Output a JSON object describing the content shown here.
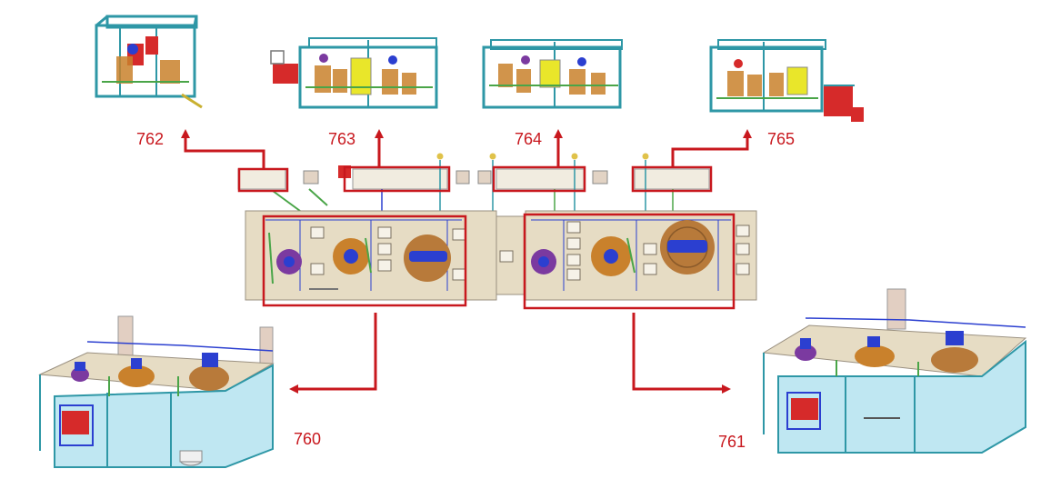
{
  "labels": {
    "l762": "762",
    "l763": "763",
    "l764": "764",
    "l765": "765",
    "l760": "760",
    "l761": "761"
  },
  "colors": {
    "arrow_red": "#c8181e",
    "frame_teal": "#2e97a6",
    "floor_beige": "#e6dcc4",
    "vessel_orange": "#c9812c",
    "vessel_purple": "#7b3aa0",
    "motor_blue": "#2b3fd0",
    "tank_lightblue": "#bfe7f2",
    "heater_red": "#d62a2a",
    "panel_yellow": "#e9e62a"
  }
}
